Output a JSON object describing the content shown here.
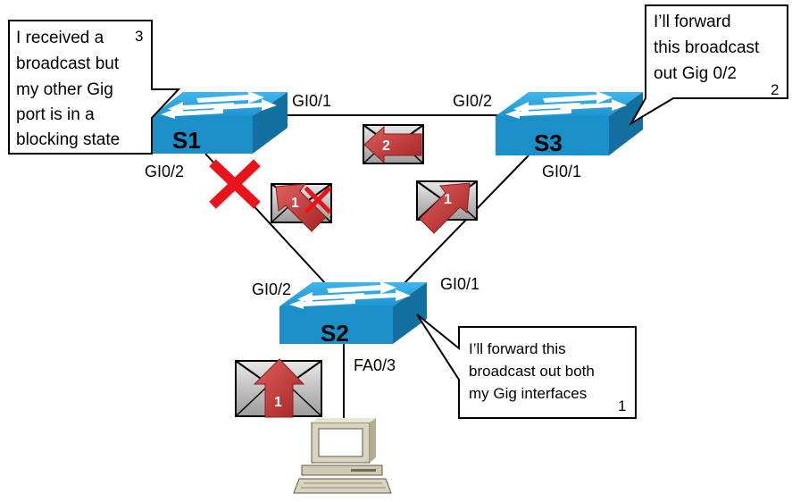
{
  "switches": {
    "s1": {
      "name": "S1"
    },
    "s2": {
      "name": "S2"
    },
    "s3": {
      "name": "S3"
    }
  },
  "ports": {
    "s1_gi01": "GI0/1",
    "s1_gi02": "GI0/2",
    "s3_gi02": "GI0/2",
    "s3_gi01": "GI0/1",
    "s2_gi02": "GI0/2",
    "s2_gi01": "GI0/1",
    "s2_fa03": "FA0/3"
  },
  "callouts": {
    "s1": {
      "lines": [
        "I received a",
        "broadcast but",
        "my other Gig",
        "port is in a",
        "blocking state"
      ],
      "number": "3"
    },
    "s3": {
      "lines": [
        "I’ll forward",
        "this broadcast",
        "out Gig 0/2"
      ],
      "number": "2"
    },
    "s2": {
      "lines": [
        "I’ll forward  this",
        "broadcast out both",
        "my Gig interfaces"
      ],
      "number": "1"
    }
  },
  "frames": {
    "pc_to_s2": "1",
    "s2_to_s1": "1",
    "s2_to_s3": "1",
    "s3_to_s1": "2"
  },
  "colors": {
    "switch_top": "#29a6e0",
    "switch_side": "#1b8fc8",
    "arrow_red": "#c0392b",
    "blocked_x": "#e8141a"
  }
}
